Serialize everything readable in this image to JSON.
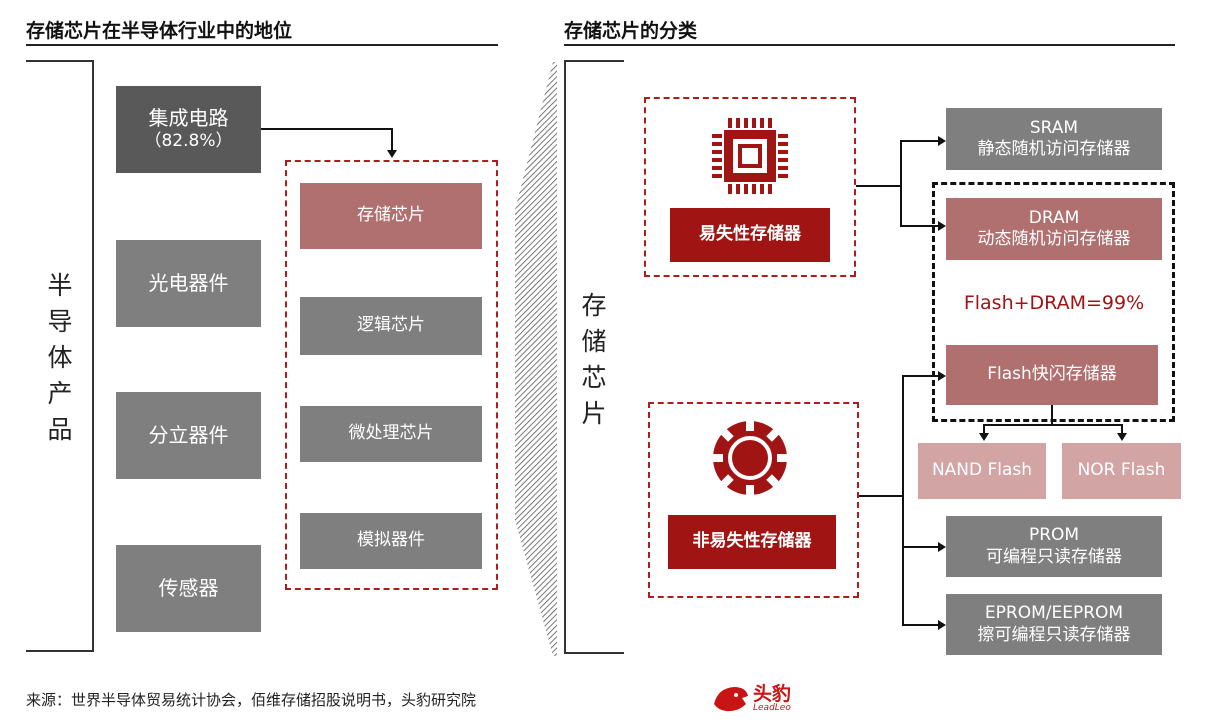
{
  "left_section": {
    "title": "存储芯片在半导体行业中的地位",
    "vertical_label": [
      "半",
      "导",
      "体",
      "产",
      "品"
    ],
    "categories": [
      {
        "line1": "集成电路",
        "line2": "（82.8%）"
      },
      {
        "line1": "光电器件"
      },
      {
        "line1": "分立器件"
      },
      {
        "line1": "传感器"
      }
    ],
    "ic_items": [
      "存储芯片",
      "逻辑芯片",
      "微处理芯片",
      "模拟器件"
    ]
  },
  "right_section": {
    "title": "存储芯片的分类",
    "vertical_label": [
      "存",
      "储",
      "芯",
      "片"
    ],
    "volatile_label": "易失性存储器",
    "nonvolatile_label": "非易失性存储器",
    "sram": {
      "line1": "SRAM",
      "line2": "静态随机访问存储器"
    },
    "dram": {
      "line1": "DRAM",
      "line2": "动态随机访问存储器"
    },
    "share_label": "Flash+DRAM=99%",
    "flash": "Flash快闪存储器",
    "nand": "NAND Flash",
    "nor": "NOR Flash",
    "prom": {
      "line1": "PROM",
      "line2": "可编程只读存储器"
    },
    "eprom": {
      "line1": "EPROM/EEPROM",
      "line2": "擦可编程只读存储器"
    }
  },
  "footer": {
    "source": "来源：世界半导体贸易统计协会，佰维存储招股说明书，头豹研究院",
    "brand_cn": "头豹",
    "brand_en": "LeadLeo"
  },
  "colors": {
    "crimson": "#a01414",
    "rose": "#b07070",
    "pink": "#d2a4a4",
    "grey": "#7f7f7f",
    "dark": "#595959"
  }
}
